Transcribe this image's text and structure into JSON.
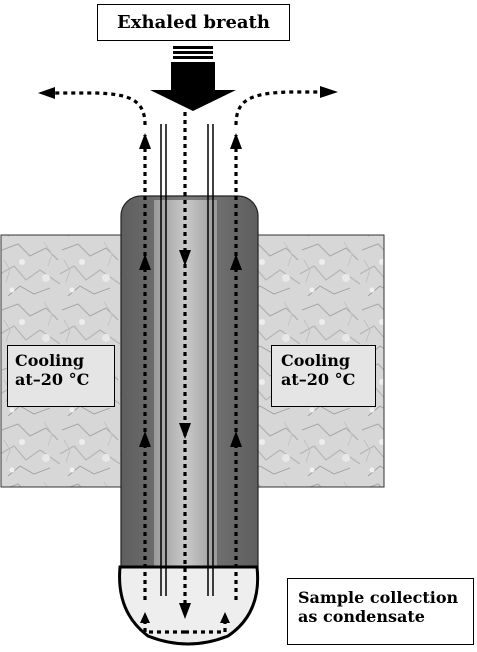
{
  "title_label": "Exhaled breath",
  "cooling_left": {
    "line1": "Cooling",
    "line2": "at–20 °C"
  },
  "cooling_right": {
    "line1": "Cooling",
    "line2": "at–20 °C"
  },
  "sample_label": {
    "line1": "Sample collection",
    "line2": "as condensate"
  },
  "colors": {
    "block": "#dcdcdc",
    "tube_outer": "#6e6e6e",
    "tube_inner": "#b4b4b4",
    "collector": "#eeeeee",
    "arrows": "#000000"
  }
}
